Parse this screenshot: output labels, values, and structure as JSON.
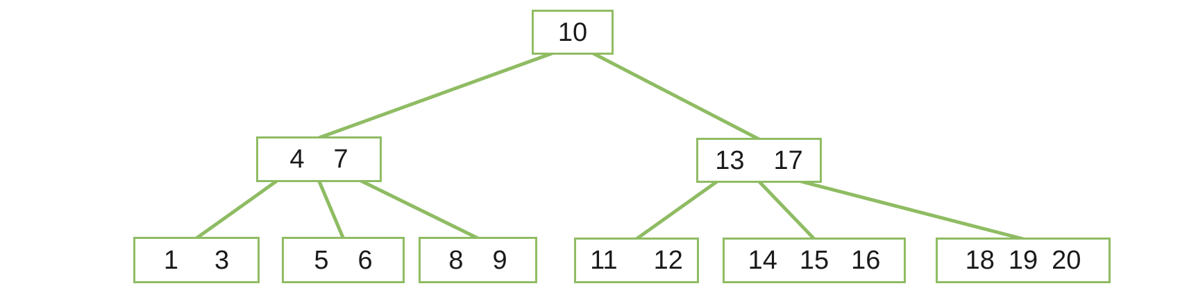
{
  "diagram": {
    "type": "b-tree",
    "background_color": "#ffffff",
    "accent_color": "#8fbc63",
    "text_color": "#1a1a1a",
    "nodes": [
      {
        "id": "root",
        "level": 0,
        "keys": [
          "10"
        ]
      },
      {
        "id": "n47",
        "level": 1,
        "keys": [
          "4",
          "7"
        ]
      },
      {
        "id": "n1317",
        "level": 1,
        "keys": [
          "13",
          "17"
        ]
      },
      {
        "id": "l13",
        "level": 2,
        "keys": [
          "1",
          "3"
        ]
      },
      {
        "id": "l56",
        "level": 2,
        "keys": [
          "5",
          "6"
        ]
      },
      {
        "id": "l89",
        "level": 2,
        "keys": [
          "8",
          "9"
        ]
      },
      {
        "id": "l1112",
        "level": 2,
        "keys": [
          "11",
          "12"
        ]
      },
      {
        "id": "l141516",
        "level": 2,
        "keys": [
          "14",
          "15",
          "16"
        ]
      },
      {
        "id": "l181920",
        "level": 2,
        "keys": [
          "18",
          "19",
          "20"
        ]
      }
    ],
    "edges": [
      {
        "from": "root",
        "to": "n47"
      },
      {
        "from": "root",
        "to": "n1317"
      },
      {
        "from": "n47",
        "to": "l13"
      },
      {
        "from": "n47",
        "to": "l56"
      },
      {
        "from": "n47",
        "to": "l89"
      },
      {
        "from": "n1317",
        "to": "l1112"
      },
      {
        "from": "n1317",
        "to": "l141516"
      },
      {
        "from": "n1317",
        "to": "l181920"
      }
    ],
    "edge_stroke_width": 5
  }
}
